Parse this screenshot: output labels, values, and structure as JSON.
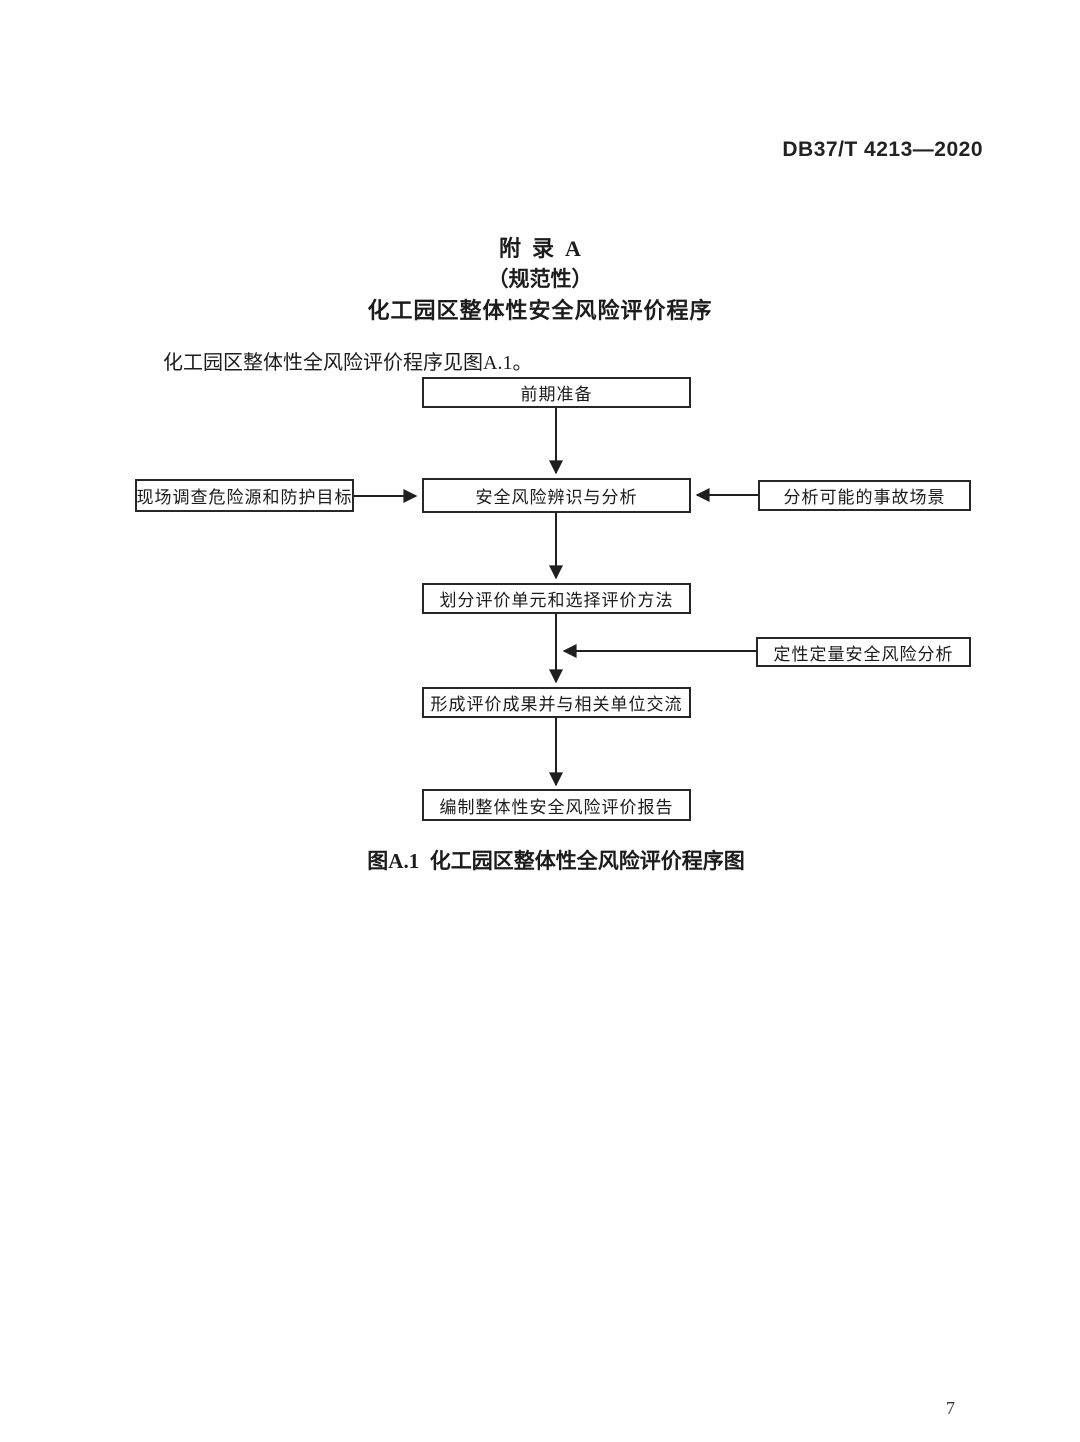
{
  "page": {
    "header_code": "DB37/T 4213—2020",
    "page_number": "7"
  },
  "appendix": {
    "title_line1": "附  录  A",
    "title_line2": "（规范性）",
    "title_line3": "化工园区整体性安全风险评价程序",
    "intro": "化工园区整体性全风险评价程序见图A.1。"
  },
  "flowchart": {
    "nodes": {
      "preparation": "前期准备",
      "site_survey": "现场调查危险源和防护目标",
      "risk_identification": "安全风险辨识与分析",
      "accident_scenarios": "分析可能的事故场景",
      "unit_division": "划分评价单元和选择评价方法",
      "qualitative_quantitative": "定性定量安全风险分析",
      "form_results": "形成评价成果并与相关单位交流",
      "compile_report": "编制整体性安全风险评价报告"
    },
    "caption": "图A.1  化工园区整体性全风险评价程序图"
  }
}
